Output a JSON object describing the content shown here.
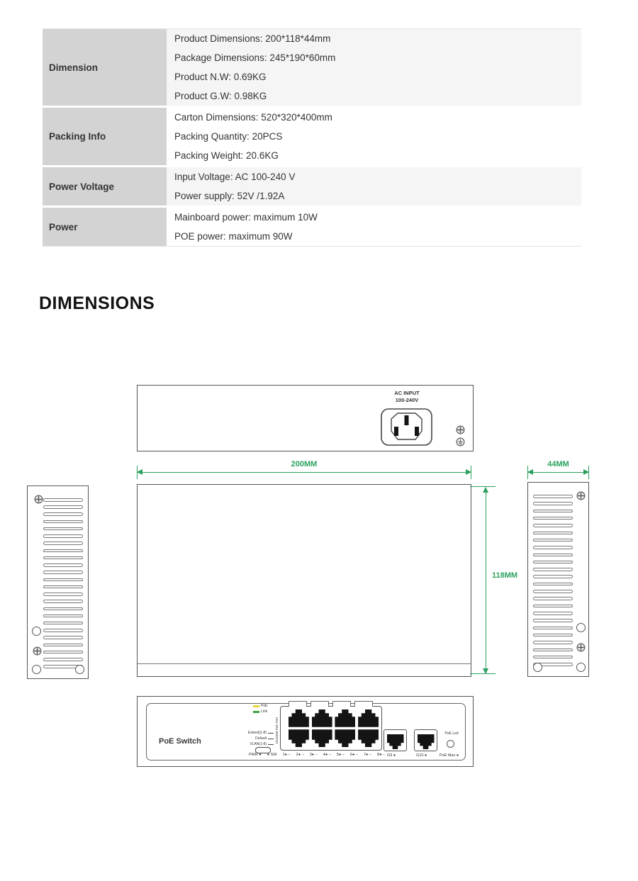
{
  "colors": {
    "dimension_green": "#2aa05f",
    "table_label_bg": "#d3d3d3",
    "table_row_alt_bg": "#f5f5f5",
    "led_yellow": "#e2d639",
    "led_green": "#3aa23f"
  },
  "spec_table": {
    "rows": [
      {
        "label": "Dimension",
        "lines": [
          "Product Dimensions: 200*118*44mm",
          "Package Dimensions: 245*190*60mm",
          "Product N.W: 0.69KG",
          "Product G.W: 0.98KG"
        ]
      },
      {
        "label": "Packing Info",
        "lines": [
          "Carton Dimensions: 520*320*400mm",
          "Packing Quantity: 20PCS",
          "Packing Weight: 20.6KG"
        ]
      },
      {
        "label": "Power Voltage",
        "lines": [
          "Input Voltage: AC 100-240 V",
          "Power supply: 52V /1.92A"
        ]
      },
      {
        "label": "Power",
        "lines": [
          "Mainboard power: maximum 10W",
          "POE power: maximum 90W"
        ]
      }
    ]
  },
  "section_title": "DIMENSIONS",
  "rear_view": {
    "ac_input_line1": "AC INPUT",
    "ac_input_line2": "100-240V"
  },
  "dimensions_annotations": {
    "width": "200MM",
    "height": "118MM",
    "depth": "44MM"
  },
  "front_view": {
    "product_label": "PoE Switch",
    "legend": [
      {
        "label": "PoE",
        "color": "#e2d639"
      },
      {
        "label": "Link",
        "color": "#3aa23f"
      }
    ],
    "switch_labels": [
      "Extend(1-8)",
      "Default",
      "VLAN(1-8)"
    ],
    "port_group_label": "10/100M PoE Port",
    "pwr_label": "PWR",
    "sw_label": "SW",
    "port_numbers": [
      "1",
      "2",
      "3",
      "4",
      "5",
      "6",
      "7",
      "8"
    ],
    "uplink_labels": [
      "G9",
      "G10"
    ],
    "poe_led_label": "PoE Led",
    "poe_max_label": "PoE Max"
  }
}
